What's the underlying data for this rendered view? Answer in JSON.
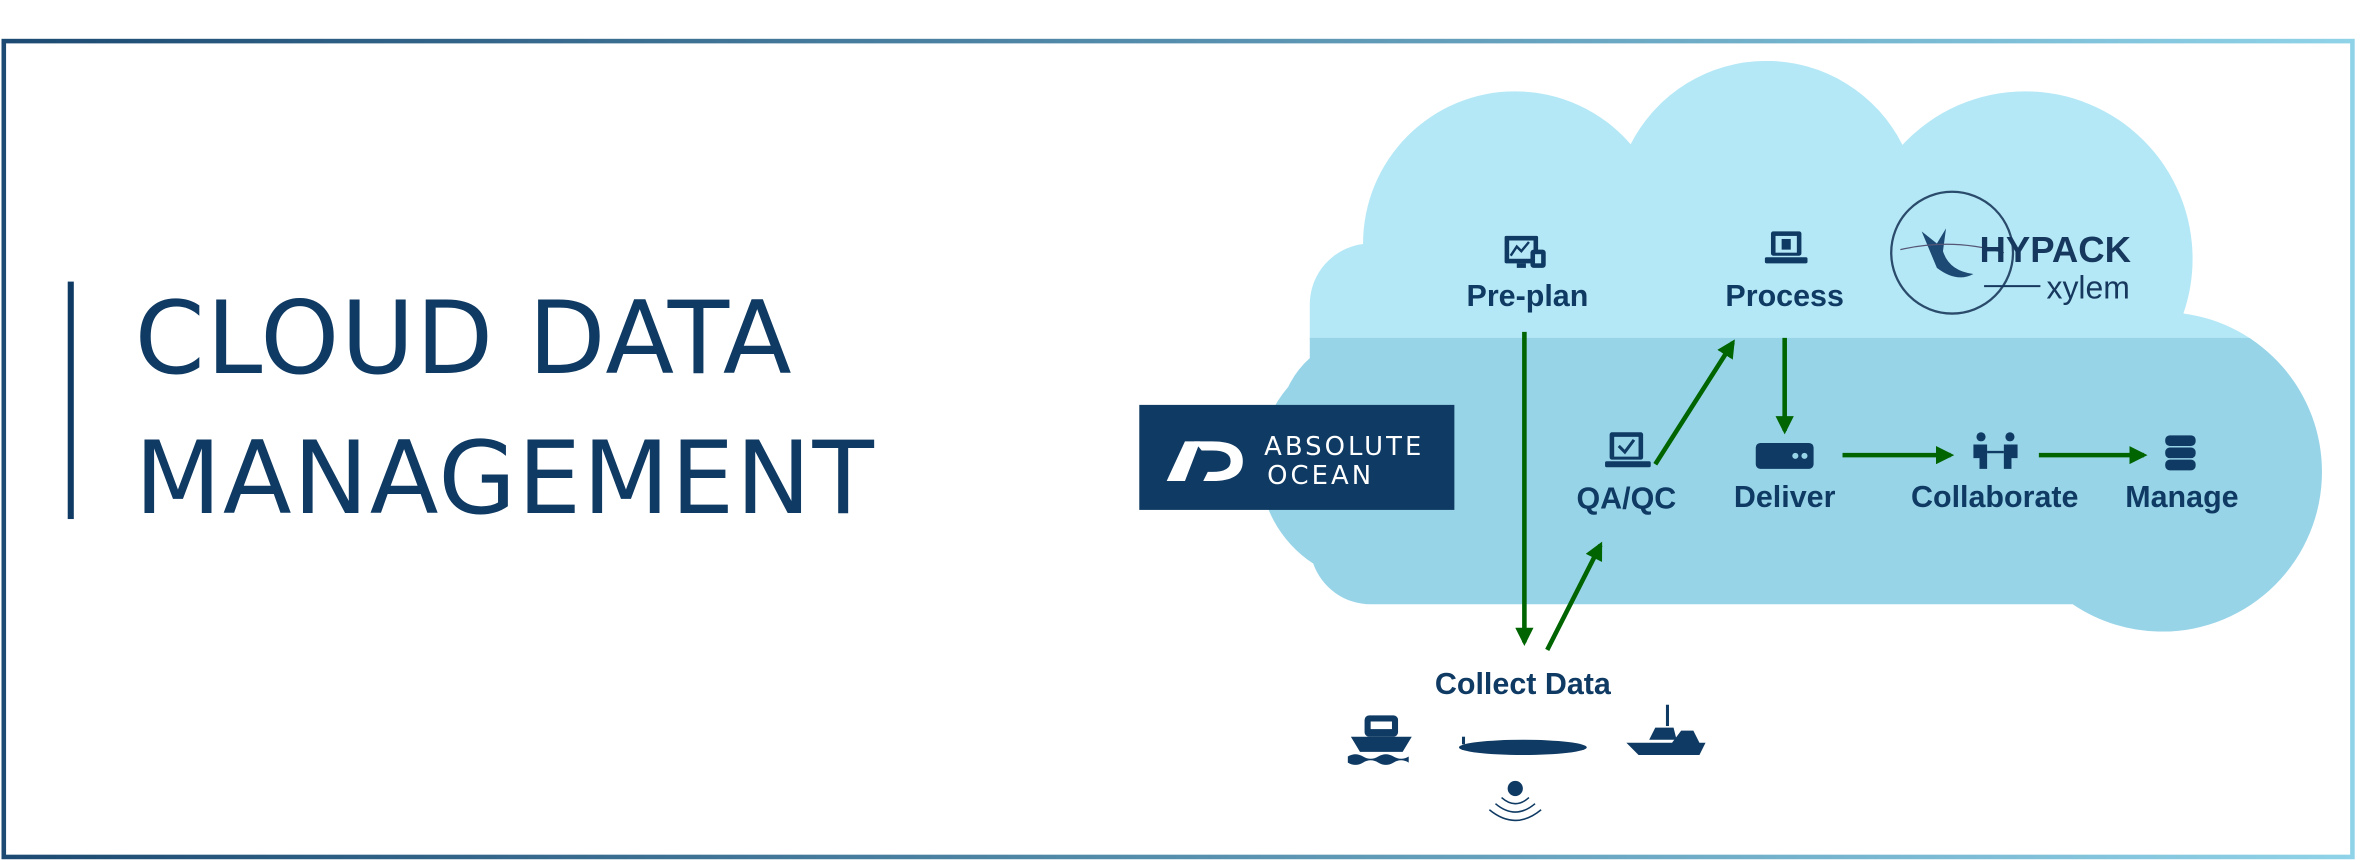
{
  "title": {
    "line1": "CLOUD DATA",
    "line2": "MANAGEMENT"
  },
  "logos": {
    "absolute_ocean": {
      "line1": "ABSOLUTE",
      "line2": "OCEAN",
      "mark": "AO"
    },
    "hypack": {
      "line1": "HYPACK",
      "line2": "xylem"
    }
  },
  "workflow": {
    "preplan": "Pre-plan",
    "process": "Process",
    "qaqc": "QA/QC",
    "deliver": "Deliver",
    "collaborate": "Collaborate",
    "manage": "Manage",
    "collect": "Collect Data"
  },
  "colors": {
    "navy": "#0f3a63",
    "arrow": "#006400",
    "cloud_top": "#b5e8f6",
    "cloud_bottom": "#98d4e8"
  }
}
